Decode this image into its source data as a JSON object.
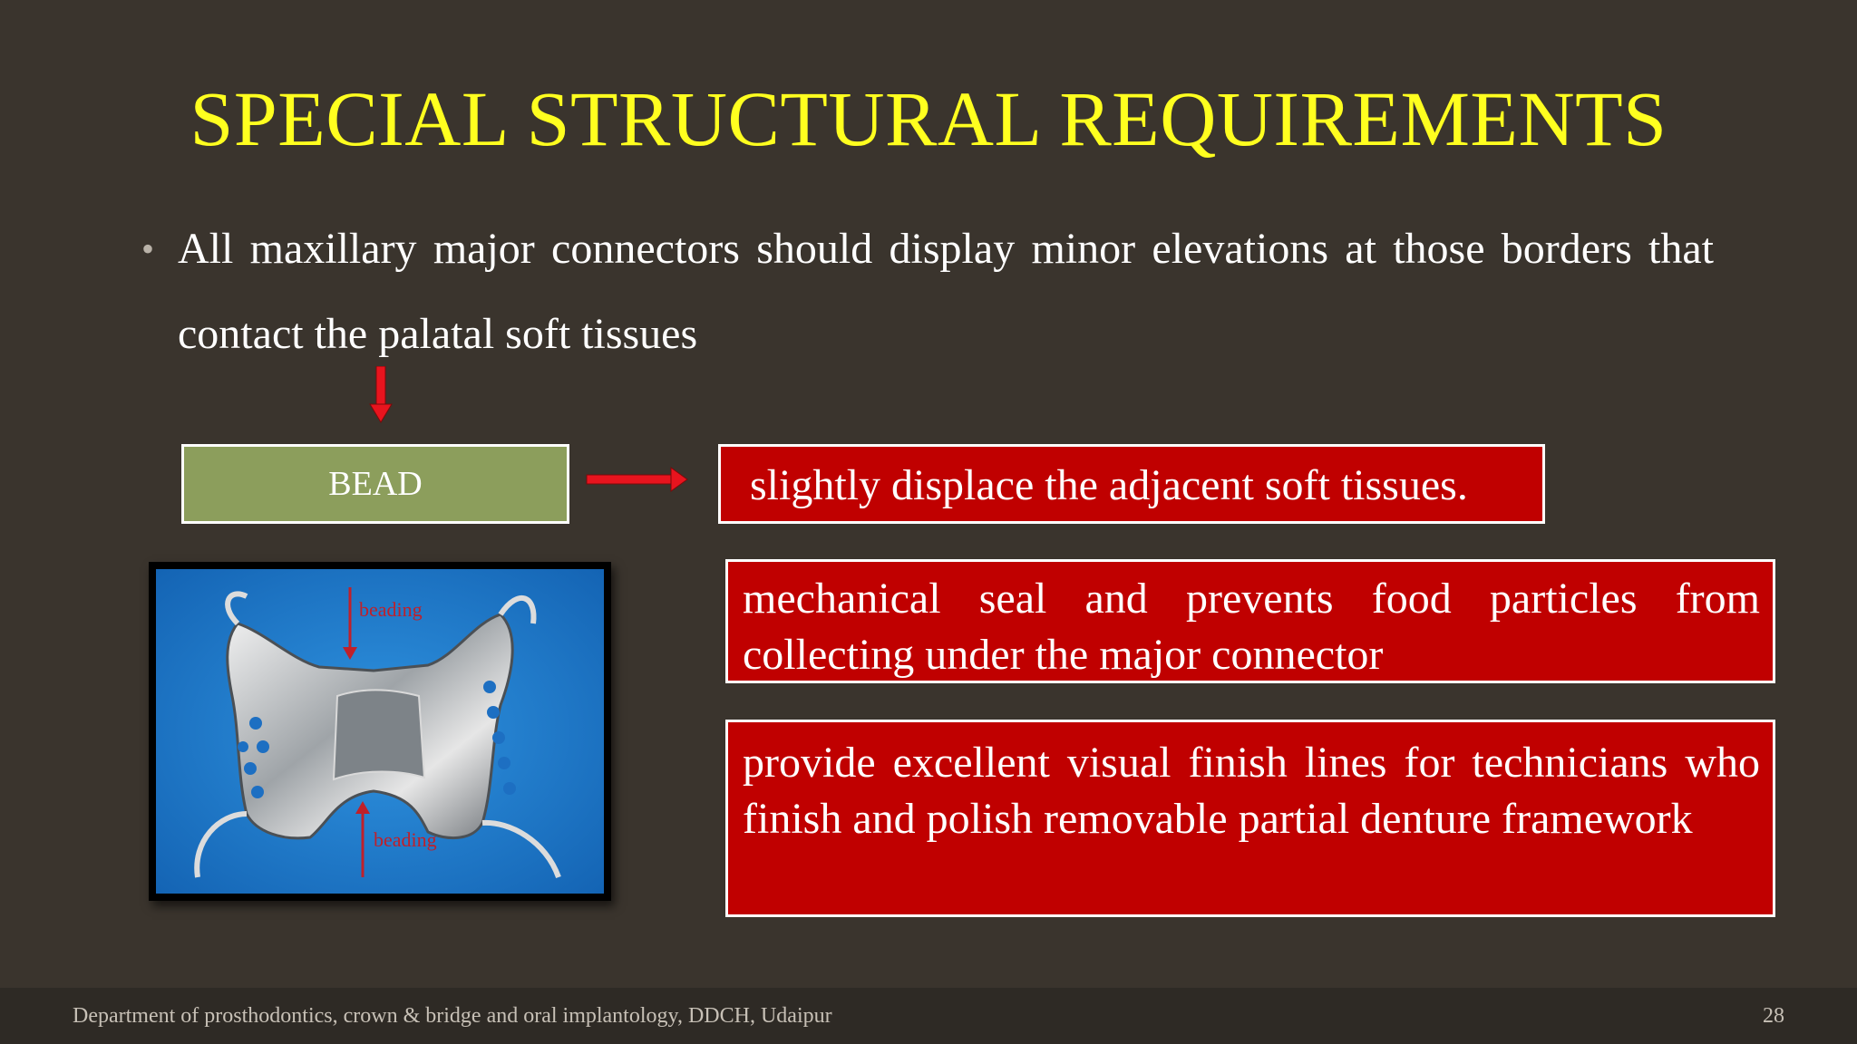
{
  "slide": {
    "title": "SPECIAL STRUCTURAL REQUIREMENTS",
    "bullet_text": "All maxillary major connectors should display minor elevations at those borders that contact the palatal soft tissues",
    "bead_label": "BEAD",
    "effects": [
      "slightly displace the adjacent soft tissues.",
      "mechanical seal and prevents food particles from collecting under the major connector",
      "provide excellent visual finish lines for technicians who finish and polish removable partial denture framework"
    ],
    "photo_labels": [
      "beading",
      "beading"
    ],
    "footer": "Department of prosthodontics, crown & bridge and oral implantology, DDCH, Udaipur",
    "page_number": "28"
  },
  "colors": {
    "background": "#3a342d",
    "title": "#ffff1f",
    "bead_box": "#8c9e5c",
    "effect_box": "#c00000",
    "photo_background": "#1f7fd0"
  }
}
